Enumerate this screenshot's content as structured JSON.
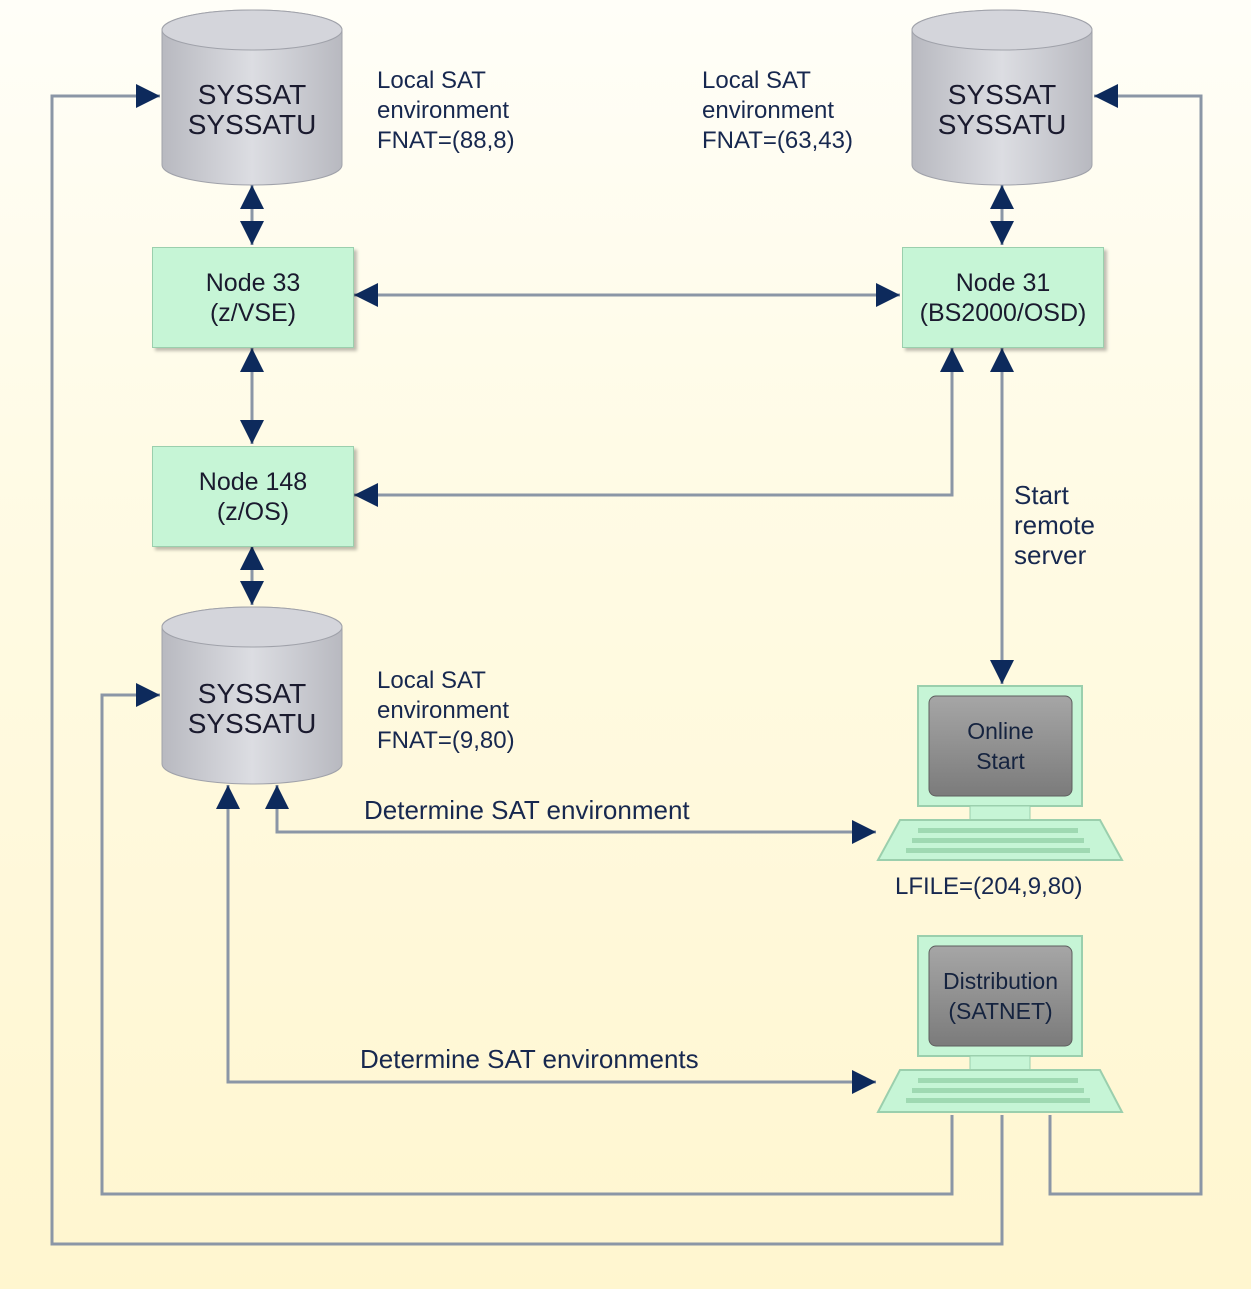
{
  "databases": {
    "top_left": {
      "line1": "SYSSAT",
      "line2": "SYSSATU"
    },
    "top_right": {
      "line1": "SYSSAT",
      "line2": "SYSSATU"
    },
    "middle_left": {
      "line1": "SYSSAT",
      "line2": "SYSSATU"
    }
  },
  "notes": {
    "top_left": {
      "line1": "Local SAT",
      "line2": "environment",
      "line3": "FNAT=(88,8)"
    },
    "top_right": {
      "line1": "Local SAT",
      "line2": "environment",
      "line3": "FNAT=(63,43)"
    },
    "middle_left": {
      "line1": "Local SAT",
      "line2": "environment",
      "line3": "FNAT=(9,80)"
    }
  },
  "nodes": {
    "node33": {
      "name": "Node 33",
      "os": "(z/VSE)"
    },
    "node31": {
      "name": "Node 31",
      "os": "(BS2000/OSD)"
    },
    "node148": {
      "name": "Node 148",
      "os": "(z/OS)"
    }
  },
  "terminals": {
    "online": {
      "line1": "Online",
      "line2": "Start",
      "caption": "LFILE=(204,9,80)"
    },
    "distribution": {
      "line1": "Distribution",
      "line2": "(SATNET)"
    }
  },
  "labels": {
    "start_remote": {
      "line1": "Start",
      "line2": "remote",
      "line3": "server"
    },
    "determine_one": "Determine SAT environment",
    "determine_many": "Determine SAT environments"
  },
  "colors": {
    "line": "#8b96a6",
    "arrowhead": "#0d2a5c",
    "node_fill": "#c6f5d6",
    "db_fill": "#cfd0d6",
    "screen_fill": "#8a8a8a",
    "background": "#fffbe6"
  }
}
